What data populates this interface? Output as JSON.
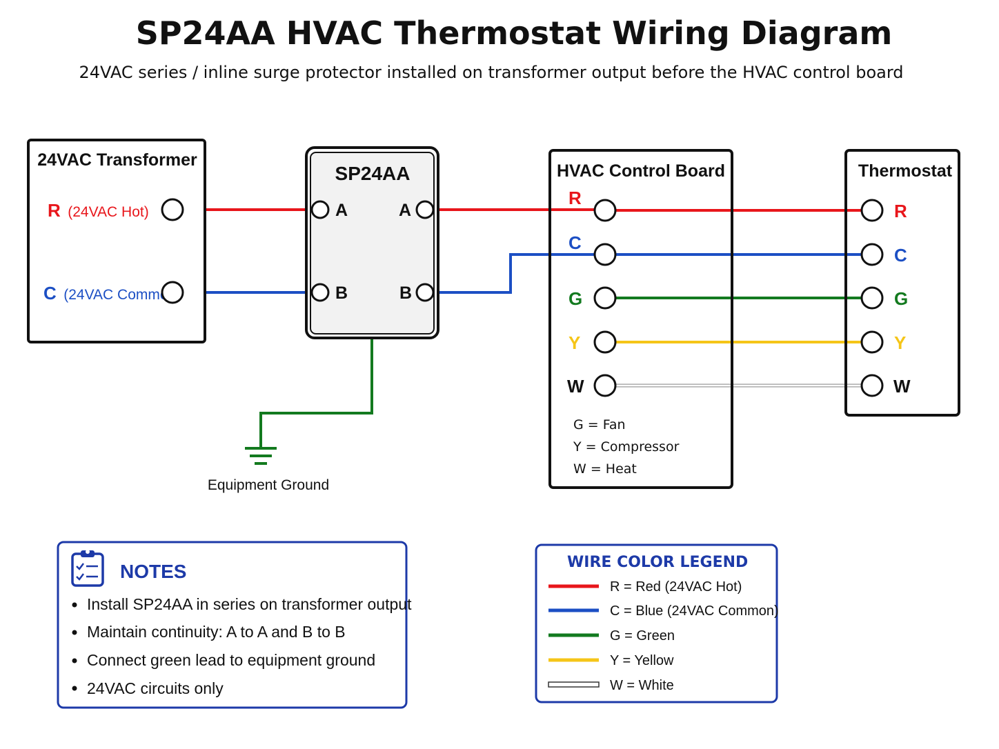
{
  "header": {
    "title": "SP24AA HVAC Thermostat Wiring Diagram",
    "subtitle": "24VAC series / inline surge protector installed on transformer output before the HVAC control board"
  },
  "colors": {
    "red": "#e8161b",
    "blue": "#1c4fc4",
    "green": "#137a1f",
    "yellow": "#f5c518",
    "white": "#ffffff",
    "legend_accent": "#1d3aa8"
  },
  "transformer": {
    "title": "24VAC Transformer",
    "terminals": [
      {
        "letter": "R",
        "desc": "(24VAC Hot)",
        "color": "#e8161b"
      },
      {
        "letter": "C",
        "desc": "(24VAC Common)",
        "color": "#1c4fc4"
      }
    ]
  },
  "protector": {
    "title": "SP24AA",
    "terminal_a": "A",
    "terminal_b": "B"
  },
  "ground": {
    "label": "Equipment Ground"
  },
  "control_board": {
    "title": "HVAC Control Board",
    "terminals": [
      {
        "letter": "R",
        "color": "#e8161b"
      },
      {
        "letter": "C",
        "color": "#1c4fc4"
      },
      {
        "letter": "G",
        "color": "#137a1f"
      },
      {
        "letter": "Y",
        "color": "#f5c518"
      },
      {
        "letter": "W",
        "color": "#111111"
      }
    ],
    "legend": [
      "G = Fan",
      "Y = Compressor",
      "W = Heat"
    ]
  },
  "thermostat": {
    "title": "Thermostat",
    "terminals": [
      {
        "letter": "R",
        "color": "#e8161b"
      },
      {
        "letter": "C",
        "color": "#1c4fc4"
      },
      {
        "letter": "G",
        "color": "#137a1f"
      },
      {
        "letter": "Y",
        "color": "#f5c518"
      },
      {
        "letter": "W",
        "color": "#111111"
      }
    ]
  },
  "notes": {
    "title": "NOTES",
    "items": [
      "Install SP24AA in series on transformer output",
      "Maintain continuity: A to A and B to B",
      "Connect green lead to equipment ground",
      "24VAC circuits only"
    ]
  },
  "wire_legend": {
    "title": "WIRE COLOR LEGEND",
    "items": [
      {
        "label": "R = Red (24VAC Hot)",
        "color": "#e8161b"
      },
      {
        "label": "C = Blue (24VAC Common)",
        "color": "#1c4fc4"
      },
      {
        "label": "G = Green",
        "color": "#137a1f"
      },
      {
        "label": "Y = Yellow",
        "color": "#f5c518"
      },
      {
        "label": "W = White",
        "color": "#ffffff"
      }
    ]
  }
}
